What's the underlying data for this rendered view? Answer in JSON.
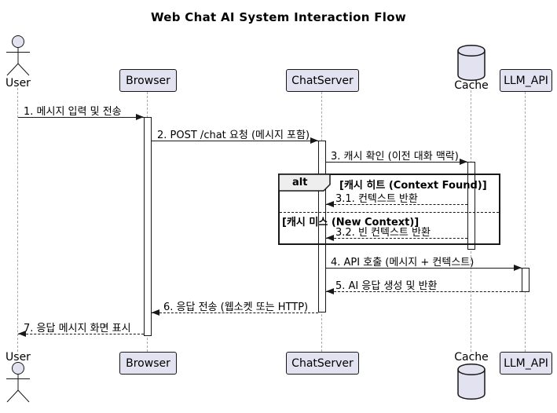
{
  "title": "Web Chat AI System Interaction Flow",
  "colors": {
    "participant_fill": "#E2E2F0",
    "participant_border": "#181818",
    "line_color": "#181818",
    "lifeline_color": "#A8A8A8",
    "frame_header_fill": "#EEEEEE",
    "background": "#FFFFFF"
  },
  "participants": [
    {
      "name": "User",
      "type": "actor"
    },
    {
      "name": "Browser",
      "type": "participant"
    },
    {
      "name": "ChatServer",
      "type": "participant"
    },
    {
      "name": "Cache",
      "type": "database"
    },
    {
      "name": "LLM_API",
      "type": "participant"
    }
  ],
  "messages": [
    {
      "label": "1. 메시지 입력 및 전송",
      "from": "User",
      "to": "Browser",
      "line": "solid",
      "direction": "right"
    },
    {
      "label": "2. POST /chat 요청 (메시지 포함)",
      "from": "Browser",
      "to": "ChatServer",
      "line": "solid",
      "direction": "right"
    },
    {
      "label": "3. 캐시 확인 (이전 대화 맥락)",
      "from": "ChatServer",
      "to": "Cache",
      "line": "solid",
      "direction": "right"
    },
    {
      "label": "3.1. 컨텍스트 반환",
      "from": "Cache",
      "to": "ChatServer",
      "line": "dashed",
      "direction": "left"
    },
    {
      "label": "3.2. 빈 컨텍스트 반환",
      "from": "Cache",
      "to": "ChatServer",
      "line": "dashed",
      "direction": "left"
    },
    {
      "label": "4. API 호출 (메시지 + 컨텍스트)",
      "from": "ChatServer",
      "to": "LLM_API",
      "line": "solid",
      "direction": "right"
    },
    {
      "label": "5. AI 응답 생성 및 반환",
      "from": "LLM_API",
      "to": "ChatServer",
      "line": "dashed",
      "direction": "left"
    },
    {
      "label": "6. 응답 전송 (웹소켓 또는 HTTP)",
      "from": "ChatServer",
      "to": "Browser",
      "line": "dashed",
      "direction": "left"
    },
    {
      "label": "7. 응답 메시지 화면 표시",
      "from": "Browser",
      "to": "User",
      "line": "dashed",
      "direction": "left"
    }
  ],
  "alt_block": {
    "keyword": "alt",
    "condition_hit": "[캐시 히트 (Context Found)]",
    "condition_miss": "[캐시 미스 (New Context)]"
  }
}
